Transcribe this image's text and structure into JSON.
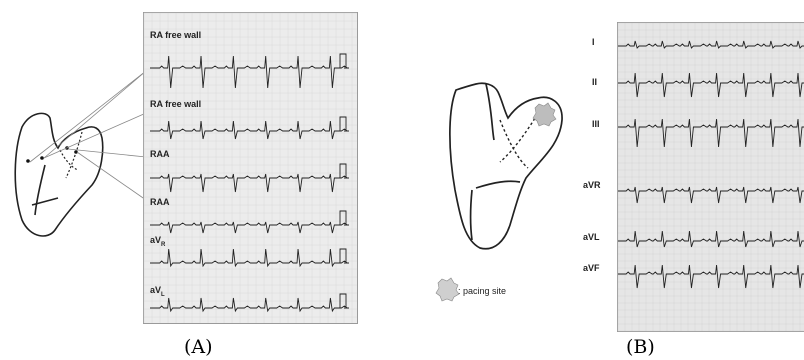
{
  "panel_a": {
    "caption": "(A)",
    "leads": [
      {
        "label": "RA free wall"
      },
      {
        "label": "RA free wall"
      },
      {
        "label": "RAA"
      },
      {
        "label": "RAA"
      },
      {
        "label_main": "aV",
        "label_sub": "R"
      },
      {
        "label_main": "aV",
        "label_sub": "L"
      }
    ]
  },
  "panel_b": {
    "caption": "(B)",
    "pacing_label": ": pacing site",
    "leads": [
      {
        "label": "I"
      },
      {
        "label": "II"
      },
      {
        "label": "III"
      },
      {
        "label": "aVR"
      },
      {
        "label": "aVL"
      },
      {
        "label": "aVF"
      }
    ]
  }
}
